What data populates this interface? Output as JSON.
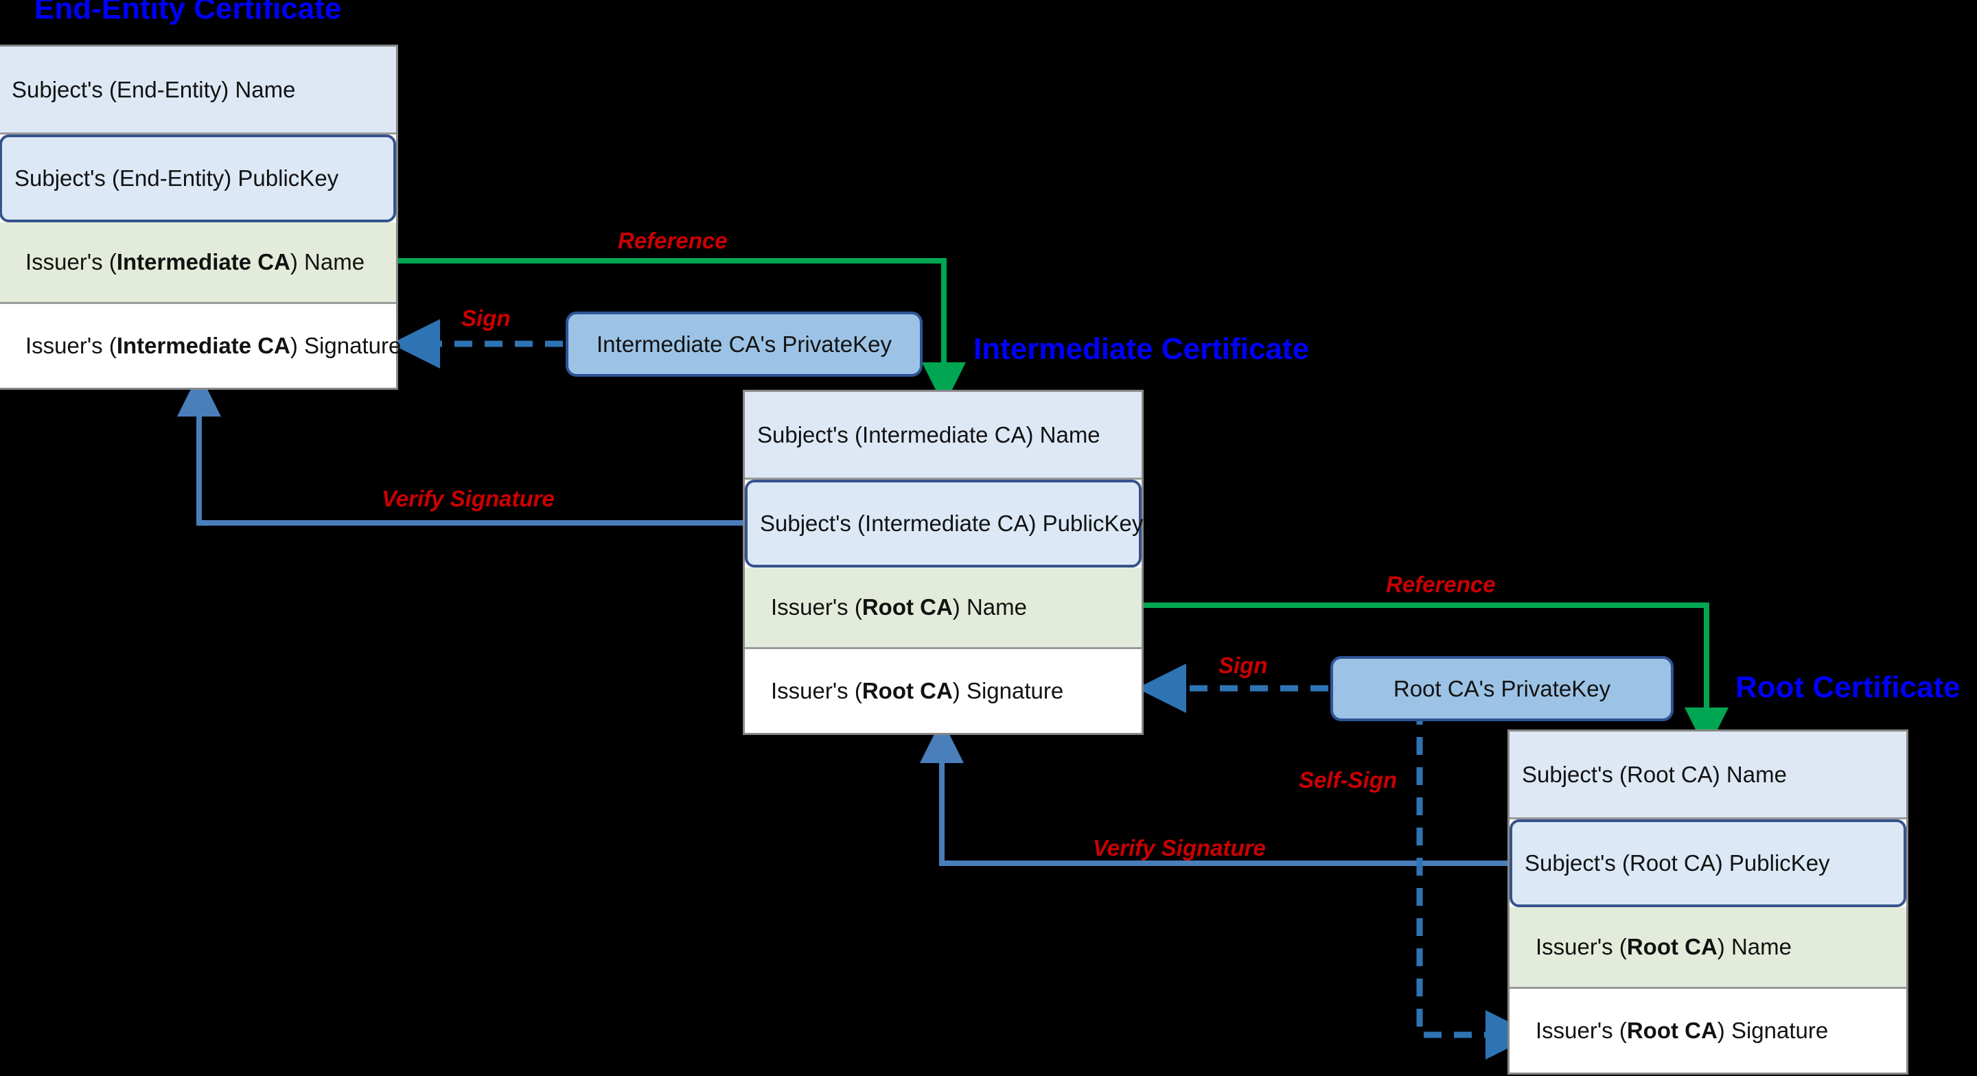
{
  "colors": {
    "background": "#000000",
    "title": "#0000ff",
    "label": "#cc0000",
    "reference_line": "#00a651",
    "verify_line": "#4a7ebb",
    "sign_line": "#2e74b5",
    "name_row": "#dee8f5",
    "pubkey_row": "#dce8f6",
    "pubkey_border": "#36538c",
    "issuer_name_row": "#e3ecda",
    "issuer_sig_row": "#ffffff",
    "card_border": "#888888",
    "privkey_fill": "#9cc3e5",
    "privkey_border": "#2e5496"
  },
  "certificates": [
    {
      "id": "end-entity",
      "title": "End-Entity Certificate",
      "rows": [
        {
          "kind": "subject-name",
          "text": "Subject's (End-Entity) Name"
        },
        {
          "kind": "subject-pubkey",
          "text": "Subject's (End-Entity) PublicKey"
        },
        {
          "kind": "issuer-name",
          "prefix": "Issuer's (",
          "strong": "Intermediate CA",
          "suffix": ") Name"
        },
        {
          "kind": "issuer-sig",
          "prefix": "Issuer's (",
          "strong": "Intermediate CA",
          "suffix": ") Signature"
        }
      ]
    },
    {
      "id": "intermediate",
      "title": "Intermediate Certificate",
      "rows": [
        {
          "kind": "subject-name",
          "text": "Subject's (Intermediate CA) Name"
        },
        {
          "kind": "subject-pubkey",
          "text": "Subject's (Intermediate CA) PublicKey"
        },
        {
          "kind": "issuer-name",
          "prefix": "Issuer's (",
          "strong": "Root CA",
          "suffix": ") Name"
        },
        {
          "kind": "issuer-sig",
          "prefix": "Issuer's (",
          "strong": "Root CA",
          "suffix": ") Signature"
        }
      ]
    },
    {
      "id": "root",
      "title": "Root Certificate",
      "rows": [
        {
          "kind": "subject-name",
          "text": "Subject's (Root CA) Name"
        },
        {
          "kind": "subject-pubkey",
          "text": "Subject's (Root CA) PublicKey"
        },
        {
          "kind": "issuer-name",
          "prefix": "Issuer's (",
          "strong": "Root CA",
          "suffix": ") Name"
        },
        {
          "kind": "issuer-sig",
          "prefix": "Issuer's (",
          "strong": "Root CA",
          "suffix": ") Signature"
        }
      ]
    }
  ],
  "private_keys": [
    {
      "id": "intermediate-privkey",
      "label": "Intermediate CA's PrivateKey"
    },
    {
      "id": "root-privkey",
      "label": "Root CA's PrivateKey"
    }
  ],
  "edge_labels": {
    "reference_top": "Reference",
    "reference_bottom": "Reference",
    "sign_top": "Sign",
    "sign_bottom": "Sign",
    "verify_top": "Verify Signature",
    "verify_bottom": "Verify Signature",
    "self_sign": "Self-Sign"
  }
}
